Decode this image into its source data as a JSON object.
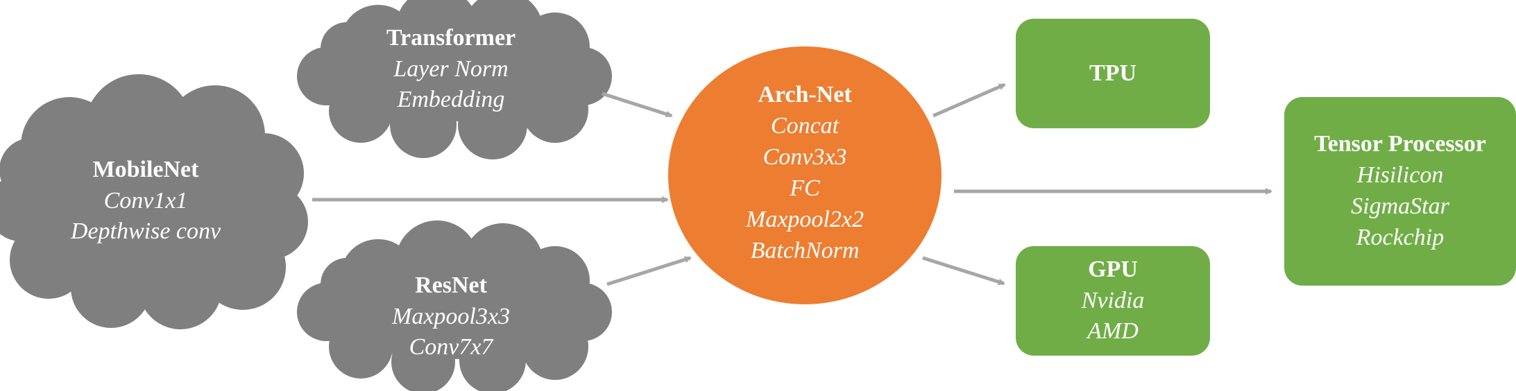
{
  "colors": {
    "cloud": "#7f7f7f",
    "hub": "#ed7d31",
    "target": "#70ad47",
    "arrow": "#a6a6a6",
    "text": "#ffffff"
  },
  "nodes": {
    "transformer": {
      "title": "Transformer",
      "items": [
        "Layer Norm",
        "Embedding"
      ]
    },
    "mobilenet": {
      "title": "MobileNet",
      "items": [
        "Conv1x1",
        "Depthwise conv"
      ]
    },
    "resnet": {
      "title": "ResNet",
      "items": [
        "Maxpool3x3",
        "Conv7x7"
      ]
    },
    "archnet": {
      "title": "Arch-Net",
      "items": [
        "Concat",
        "Conv3x3",
        "FC",
        "Maxpool2x2",
        "BatchNorm"
      ]
    },
    "tpu": {
      "title": "TPU",
      "items": []
    },
    "gpu": {
      "title": "GPU",
      "items": [
        "Nvidia",
        "AMD"
      ]
    },
    "tensor_processor": {
      "title": "Tensor Processor",
      "items": [
        "Hisilicon",
        "SigmaStar",
        "Rockchip"
      ]
    }
  },
  "edges": [
    {
      "from": "transformer",
      "to": "archnet"
    },
    {
      "from": "mobilenet",
      "to": "archnet"
    },
    {
      "from": "resnet",
      "to": "archnet"
    },
    {
      "from": "archnet",
      "to": "tpu"
    },
    {
      "from": "archnet",
      "to": "tensor_processor"
    },
    {
      "from": "archnet",
      "to": "gpu"
    }
  ]
}
